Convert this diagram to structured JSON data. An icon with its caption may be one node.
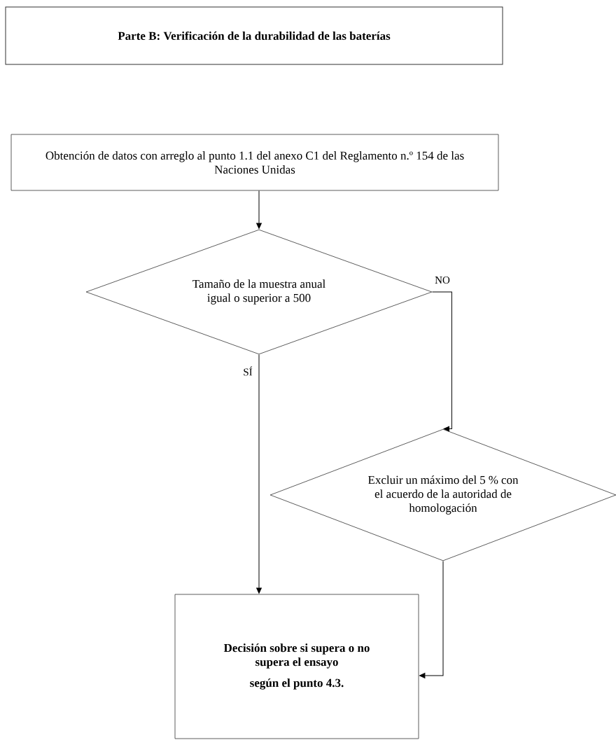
{
  "diagram": {
    "nodes": [
      {
        "text": [
          "Parte B: Verificación de la durabilidad de las baterías"
        ]
      },
      {
        "text": [
          "Obtención de datos con arreglo al punto 1.1 del anexo C1 del Reglamento n.º 154 de las Naciones Unidas"
        ]
      },
      {
        "text": [
          "Tamaño de la muestra anual igual o superior a 500"
        ]
      },
      {
        "text": [
          "Excluir un máximo del 5 % con el acuerdo de la autoridad de homologación"
        ]
      },
      {
        "text": [
          "Decisión sobre si supera o no supera el ensayo",
          "según el punto 4.3."
        ]
      }
    ],
    "edges": [
      {
        "from": 1,
        "to": 2,
        "arrow": "to"
      },
      {
        "from": 2,
        "to": 4,
        "arrow": "to",
        "label": "SÍ"
      },
      {
        "from": 2,
        "to": 3,
        "arrow": "to",
        "label": "NO"
      },
      {
        "from": 3,
        "to": 4,
        "arrow": "to"
      }
    ]
  }
}
